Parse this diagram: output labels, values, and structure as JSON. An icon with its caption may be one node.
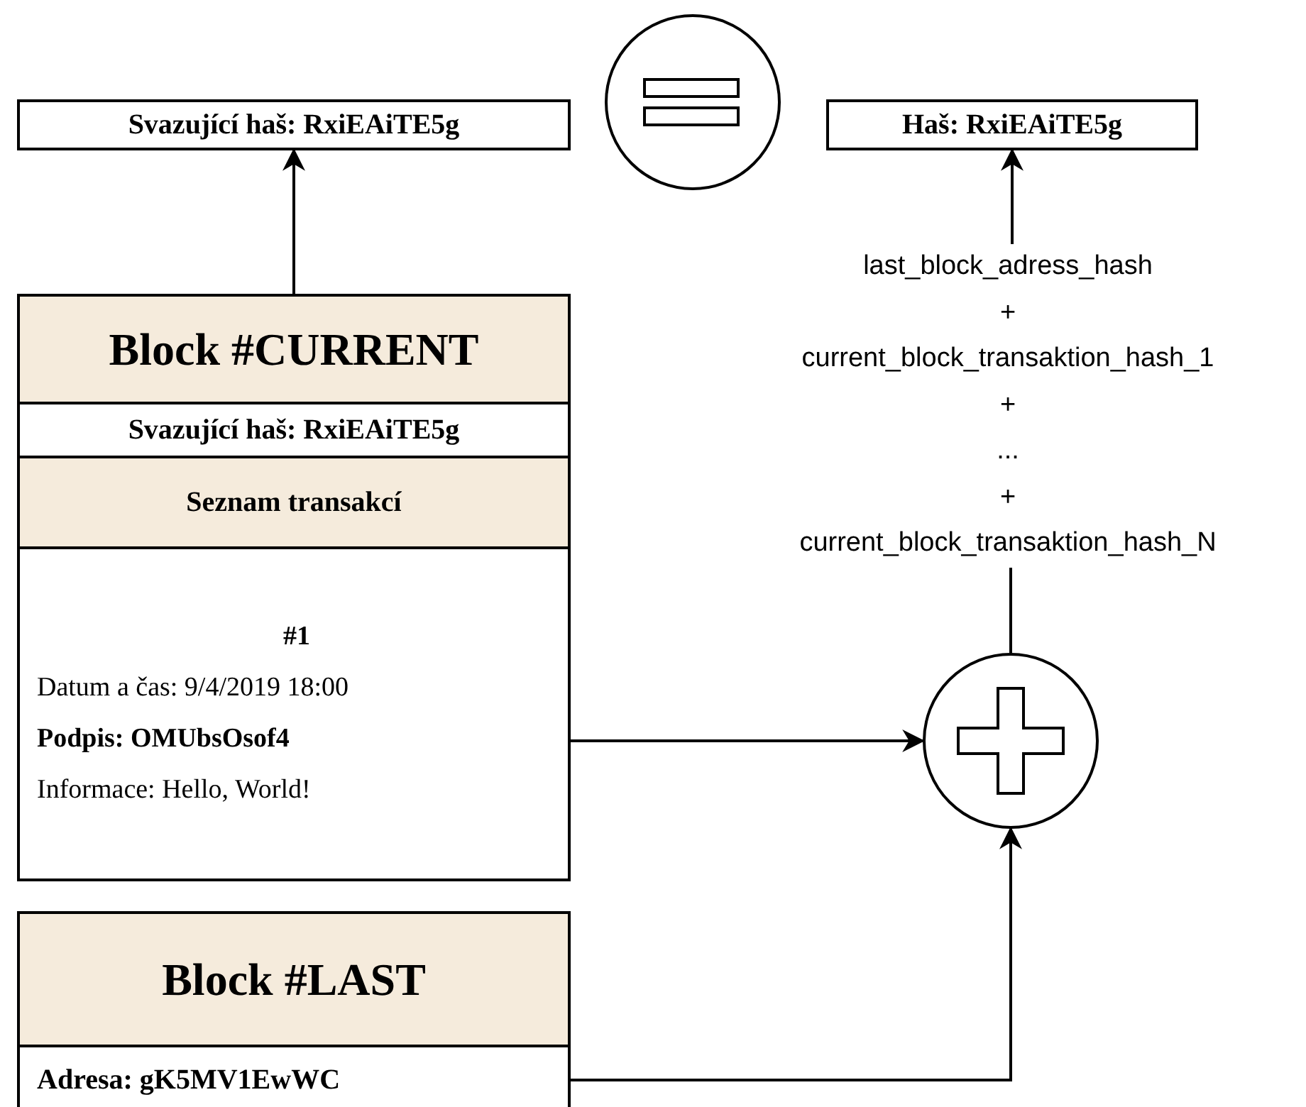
{
  "diagram": {
    "nodes": [
      {
        "text": [
          "Svazující haš: RxiEAiTE5g"
        ]
      },
      {
        "text": [],
        "shape": "circle"
      },
      {
        "text": [
          "Haš: RxiEAiTE5g"
        ]
      },
      {
        "text": [
          "Block #CURRENT"
        ]
      },
      {
        "text": [
          "Svazující haš: RxiEAiTE5g"
        ],
        "in": 3
      },
      {
        "text": [
          "Seznam transakcí"
        ],
        "in": 3
      },
      {
        "text": [
          "#1",
          "Datum a čas: 9/4/2019 18:00",
          "Podpis: OMUbsOsof4",
          "Informace: Hello, World!"
        ],
        "in": 3
      },
      {
        "text": [
          "last_block_adress_hash",
          "+",
          "current_block_transaktion_hash_1",
          "+",
          "...",
          "+",
          "current_block_transaktion_hash_N"
        ]
      },
      {
        "text": [],
        "shape": "circle"
      },
      {
        "text": [
          "Block #LAST"
        ]
      },
      {
        "text": [
          "Adresa: gK5MV1EwWC"
        ],
        "in": 9
      }
    ],
    "edges": [
      {
        "from": 3,
        "to": 0,
        "arrow": "to"
      },
      {
        "from": 7,
        "to": 2,
        "arrow": "to"
      },
      {
        "from": 8,
        "to": 7,
        "arrow": "none"
      },
      {
        "from": 6,
        "to": 8,
        "arrow": "to"
      },
      {
        "from": 10,
        "to": 8,
        "arrow": "to"
      }
    ]
  }
}
